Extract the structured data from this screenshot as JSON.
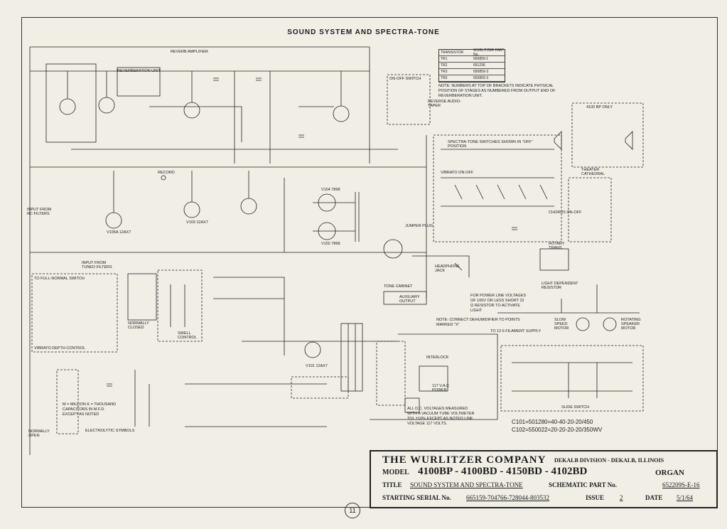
{
  "title": "SOUND SYSTEM AND SPECTRA-TONE",
  "sections": {
    "reverb_amp": "REVERB AMPLIFIER",
    "reverb_unit": "REVERBERATION UNIT",
    "on_off_switch": "ON-OFF SWITCH",
    "reverse": "REVERSE AUDIO-TAPER",
    "spectra_switches": "SPECTRA-TONE SWITCHES SHOWN IN \"OFF\" POSITION",
    "vibrato": "VIBRATO ON-OFF",
    "chorus": "CHORUS ON-OFF",
    "theater": "THEATER CATHEDRAL",
    "bp_only": "4100 BP ONLY",
    "input": "INPUT FROM RC FILTERS",
    "input_tuned": "INPUT FROM TUNED FILTERS",
    "record": "RECORD",
    "full_normal": "TO FULL-NORMAL SWITCH",
    "normally_closed": "NORMALLY CLOSED",
    "swell": "SWELL CONTROL",
    "vibrato_depth": "VIBRATO DEPTH CONTROL",
    "jumper": "JUMPER PLUG",
    "headphone": "HEADPHONE JACK",
    "tone_cabinet": "TONE CABINET",
    "aux_output": "AUXILIARY OUTPUT",
    "rotary": "ROTARY TRANS.",
    "light_dependent": "LIGHT DEPENDENT RESISTOR",
    "slow_speed": "SLOW SPEED MOTOR",
    "rotating_speaker": "ROTATING SPEAKER MOTOR",
    "interlock": "INTERLOCK",
    "slide_switch": "SLIDE SWITCH",
    "electrolytic": "ELECTROLYTIC SYMBOLS",
    "normally_open": "NORMALLY OPEN",
    "filament": "TO 12.6 FILAMENT SUPPLY",
    "accessory_power": "117 V.A.C POWER"
  },
  "transistor_table": {
    "header": [
      "TRANSISTOR",
      "WURLITZER PART No."
    ],
    "rows": [
      [
        "TR1",
        "650859-1"
      ],
      [
        "TR2",
        "651236"
      ],
      [
        "TR3",
        "650859-3"
      ],
      [
        "TR5",
        "650859-3"
      ]
    ]
  },
  "notes": {
    "numbers": "NOTE: NUMBERS AT TOP OF BRACKETS INDICATE PHYSICAL POSITION OF STAGES AS NUMBERED FROM OUTPUT END OF REVERBERATION UNIT.",
    "dehumidifier": "NOTE: CONNECT DEHUMIDIFIER TO POINTS MARKED \"X\"",
    "power_line": "FOR POWER LINE VOLTAGES OF 100V OR LESS SHORT 22 Ω RESISTOR TO ACTIVATE LIGHT",
    "dc_voltages": "ALL D.C. VOLTAGES MEASURED WITH A VACUUM TUBE VOLTMETER TOL ±10% EXCEPT AS NOTED LINE VOLTAGE 117 VOLTS.",
    "symbols": "M = MILLION K = THOUSAND CAPACITORS IN M.F.D. EXCEPT AS NOTED"
  },
  "tubes": [
    "V104 7868",
    "V102 7868",
    "V105A 12AX7",
    "V103 12AX7",
    "V101 12AX7"
  ],
  "capacitor_codes": [
    "C101=501280=40-40-20-20/450",
    "C102=550022=20-20-20-20/350WV"
  ],
  "title_block": {
    "company": "THE WURLITZER COMPANY",
    "division": "DEKALB DIVISION - DEKALB, ILLINOIS",
    "model_label": "MODEL",
    "model": "4100BP - 4100BD - 4150BD - 4102BD",
    "organ": "ORGAN",
    "title_label": "TITLE",
    "title": "SOUND SYSTEM AND SPECTRA-TONE",
    "part_label": "SCHEMATIC PART No.",
    "part": "652209S-E-16",
    "serial_label": "STARTING SERIAL No.",
    "serial": "665159-704766-728044-803532",
    "issue_label": "ISSUE",
    "issue": "2",
    "date_label": "DATE",
    "date": "5/1/64"
  },
  "page_number": "11"
}
